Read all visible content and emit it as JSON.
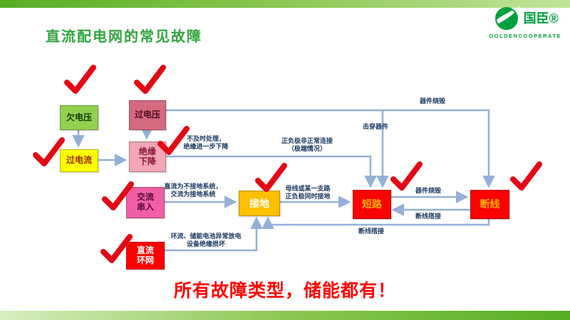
{
  "header": {
    "title": "直流配电网的常见故障"
  },
  "logo": {
    "brand": "国臣®",
    "subtitle": "GOLDENCOOPERATE"
  },
  "nodes": {
    "undervoltage": "欠电压",
    "overvoltage": "过电压",
    "overcurrent": "过电流",
    "insulation": "绝缘\n下降",
    "ac_intrusion": "交流\n串入",
    "grounding": "接地",
    "short_circuit": "短路",
    "line_break": "断线",
    "dc_ring": "直流\n环网"
  },
  "edge_labels": {
    "untimely": "不及时处理，\n绝缘进一步下降",
    "abnormal_connection": "正负极非正常连接\n（极端情况）",
    "breakdown": "击穿器件",
    "burnout_top": "器件烧毁",
    "dc_ungrounded": "直流为不接地系统，\n交流为接地系统",
    "bus_grounded": "母线或某一支路\n正负极同时接地",
    "burnout_mid": "器件烧毁",
    "lap_right": "断线搭接",
    "lap_bottom": "断线搭接",
    "ring_discharge": "环流、储能电池异常放电\n设备绝缘损坏"
  },
  "caption": "所有故障类型，储能都有！",
  "colors": {
    "accent_green": "#2fa63c",
    "check_red": "#e40613",
    "arrow_blue": "#94b0d8"
  }
}
